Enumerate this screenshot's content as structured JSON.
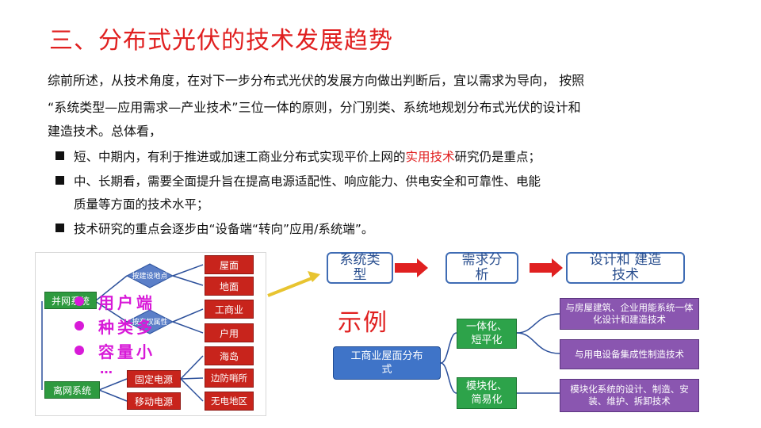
{
  "title": "三、分布式光伏的技术发展趋势",
  "intro": [
    "综前所述，从技术角度，在对下一步分布式光伏的发展方向做出判断后，宜以需求为导向，  按照",
    "“系统类型—应用需求—产业技术”三位一体的原则，分门别类、系统地规划分布式光伏的设计和",
    "建造技术。总体看，"
  ],
  "bullets": {
    "b1_pre": "短、中期内，有利于推进或加速工商业分布式实现平价上网的",
    "b1_highlight": "实用技术",
    "b1_post": "研究仍是重点；",
    "b2_line1": "中、长期看，需要全面提升旨在提高电源适配性、响应能力、供电安全和可靠性、电能",
    "b2_line2": "质量等方面的技术水平；",
    "b3": "技术研究的重点会逐步由“设备端“转向”应用/系统端”。"
  },
  "left_diagram": {
    "grid_connected": "并网系统",
    "off_grid": "离网系统",
    "by_site": "按建设地点",
    "by_ownership": "按产权属性",
    "site_items": [
      "屋面",
      "地面"
    ],
    "ownership_items": [
      "工商业",
      "户用"
    ],
    "offgrid_sub": [
      "固定电源",
      "移动电源"
    ],
    "offgrid_items": [
      "海岛",
      "边防哨所",
      "无电地区"
    ],
    "user_labels": [
      "用户端",
      "种类多",
      "容量小",
      "…"
    ]
  },
  "right_diagram": {
    "flow": [
      "系统类型",
      "需求分析",
      "设计和 建造技术"
    ],
    "example_label": "示例",
    "center": "工商业屋面分布式",
    "branches": [
      "一体化、短平化",
      "模块化、简易化"
    ],
    "details": [
      "与房屋建筑、企业用能系统一体化设计和建造技术",
      "与用电设备集成性制造技术",
      "模块化系统的设计、制造、安装、维护、拆卸技术"
    ]
  },
  "colors": {
    "title": "#e02020",
    "accent_red": "#c8241c",
    "green": "#2e9a3f",
    "blue": "#3f74c8",
    "purple": "#8a56b0",
    "magenta": "#d81ad8"
  }
}
